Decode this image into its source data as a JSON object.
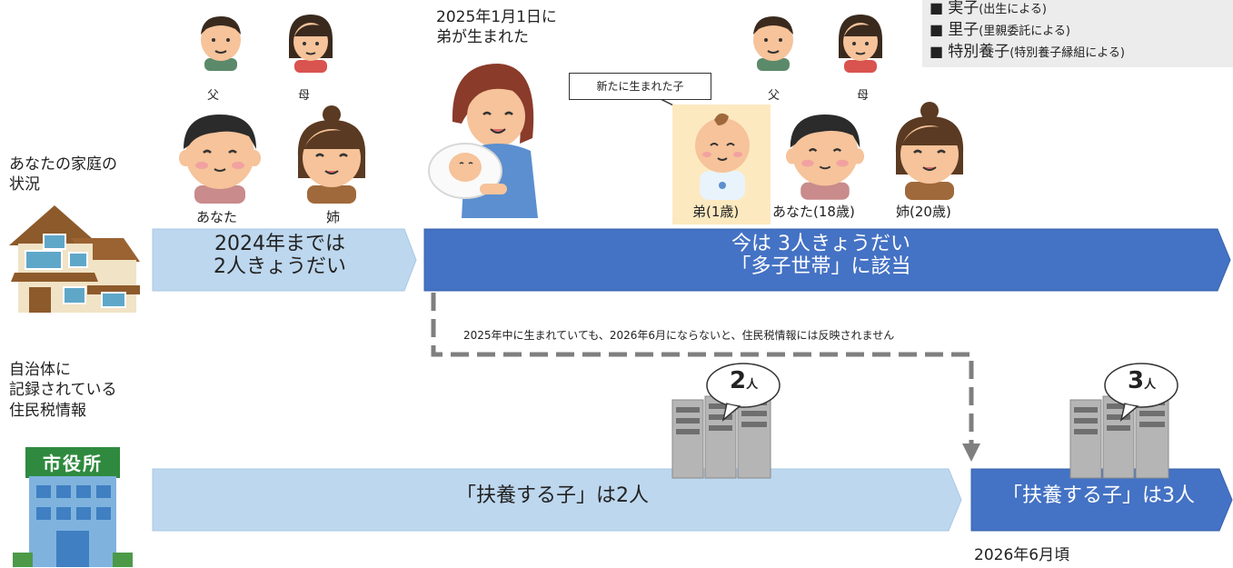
{
  "legend": {
    "row1": {
      "main": "実子",
      "note": "(出生による)"
    },
    "row2": {
      "bullet": "■",
      "main": "里子",
      "note": "(里親委託による)"
    },
    "row3": {
      "bullet": "■",
      "main": "特別養子",
      "note": "(特別養子縁組による)"
    }
  },
  "household": {
    "title": "あなたの家庭の\n状況",
    "before": {
      "father": "父",
      "mother": "母",
      "you": "あなた",
      "sister": "姉",
      "band_line1": "2024年までは",
      "band_line2": "2人きょうだい"
    },
    "birth": {
      "caption_line1": "2025年1月1日に",
      "caption_line2": "弟が生まれた"
    },
    "after": {
      "newborn_callout": "新たに生まれた子",
      "father": "父",
      "mother": "母",
      "brother": "弟(1歳)",
      "you": "あなた(18歳)",
      "sister": "姉(20歳)",
      "band_line1": "今は 3人きょうだい",
      "band_line2": "「多子世帯」に該当"
    }
  },
  "notice": "2025年中に生まれていても、2026年6月にならないと、住民税情報には反映されません",
  "municipality": {
    "title": "自治体に\n記録されている\n住民税情報",
    "city_hall_sign": "市役所",
    "server_before": {
      "count": "2",
      "unit": "人"
    },
    "server_after": {
      "count": "3",
      "unit": "人"
    },
    "band_before": "「扶養する子」は2人",
    "band_after": "「扶養する子」は3人",
    "date": "2026年6月頃"
  },
  "colors": {
    "light_band": "#bdd7ee",
    "dark_band": "#4472c4",
    "dashed_arrow": "#7f7f7f",
    "highlight": "#fde9c0"
  }
}
